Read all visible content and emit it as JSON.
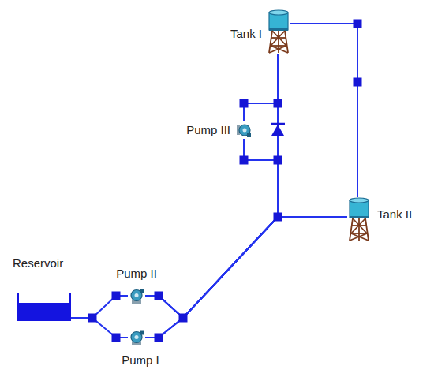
{
  "diagram": {
    "nodes": [
      {
        "text": [
          "Tank I"
        ]
      },
      {
        "text": [
          "Pump III"
        ]
      },
      {
        "text": [
          "Tank II"
        ]
      },
      {
        "text": [
          "Reservoir"
        ]
      },
      {
        "text": [
          "Pump II"
        ]
      },
      {
        "text": [
          "Pump I"
        ]
      }
    ],
    "edges": [
      {
        "from": 3,
        "to": 4,
        "arrow": "none"
      },
      {
        "from": 3,
        "to": 5,
        "arrow": "none"
      },
      {
        "from": 4,
        "to": 2,
        "arrow": "none"
      },
      {
        "from": 5,
        "to": 2,
        "arrow": "none"
      },
      {
        "from": 4,
        "to": 1,
        "arrow": "none"
      },
      {
        "from": 5,
        "to": 1,
        "arrow": "none"
      },
      {
        "from": 1,
        "to": 0,
        "arrow": "none"
      },
      {
        "from": 0,
        "to": 2,
        "arrow": "none"
      },
      {
        "from": 4,
        "to": 0,
        "arrow": "none"
      },
      {
        "from": 5,
        "to": 0,
        "arrow": "none"
      }
    ]
  }
}
